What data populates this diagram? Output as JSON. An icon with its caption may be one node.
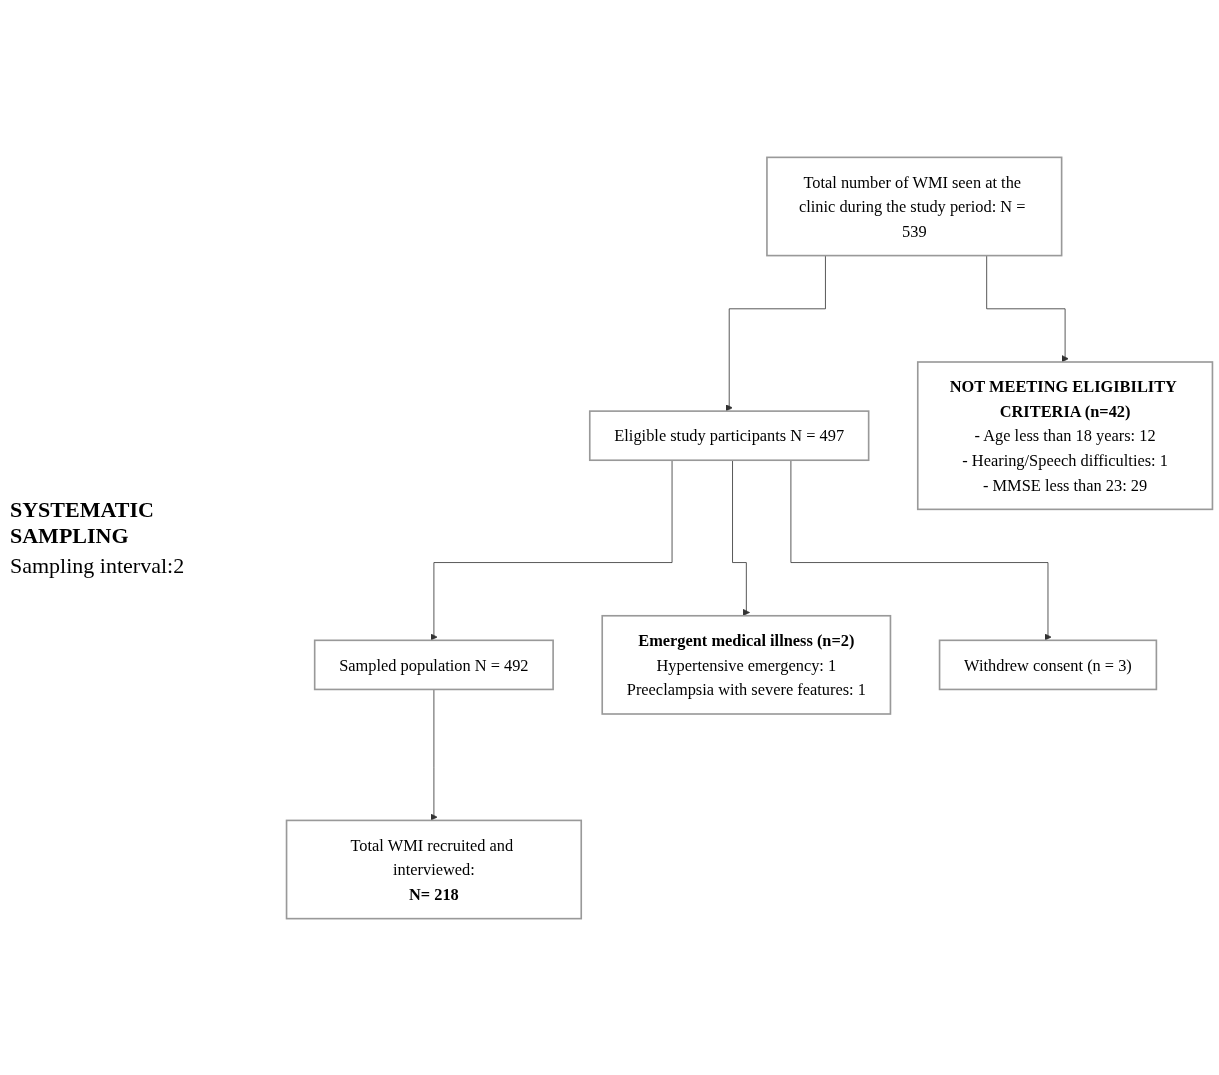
{
  "diagram": {
    "nodes": [
      {
        "text": [
          "Total number of WMI seen at the clinic during the study period: N = 539"
        ]
      },
      {
        "text": [
          "NOT MEETING ELIGIBILITY CRITERIA (n=42)",
          "- Age less than 18 years: 12",
          "- Hearing/Speech difficulties: 1",
          "- MMSE less than 23: 29"
        ]
      },
      {
        "text": [
          "Eligible study participants N = 497"
        ]
      },
      {
        "text": [
          "Emergent medical illness (n=2)",
          "Hypertensive emergency: 1",
          "Preeclampsia with severe features: 1"
        ]
      },
      {
        "text": [
          "Withdrew consent (n = 3)"
        ]
      },
      {
        "text": [
          "Sampled population N = 492"
        ]
      },
      {
        "text": [
          "Total WMI recruited and interviewed:",
          "N= 218"
        ]
      }
    ],
    "edges": [
      {
        "from": 0,
        "to": 1,
        "arrow": "to"
      },
      {
        "from": 0,
        "to": 2,
        "arrow": "to"
      },
      {
        "from": 2,
        "to": 3,
        "arrow": "to"
      },
      {
        "from": 2,
        "to": 4,
        "arrow": "to"
      },
      {
        "from": 2,
        "to": 5,
        "arrow": "to"
      },
      {
        "from": 5,
        "to": 6,
        "arrow": "to"
      }
    ],
    "labels": [
      "SYSTEMATIC SAMPLING",
      "Sampling interval:2"
    ]
  }
}
